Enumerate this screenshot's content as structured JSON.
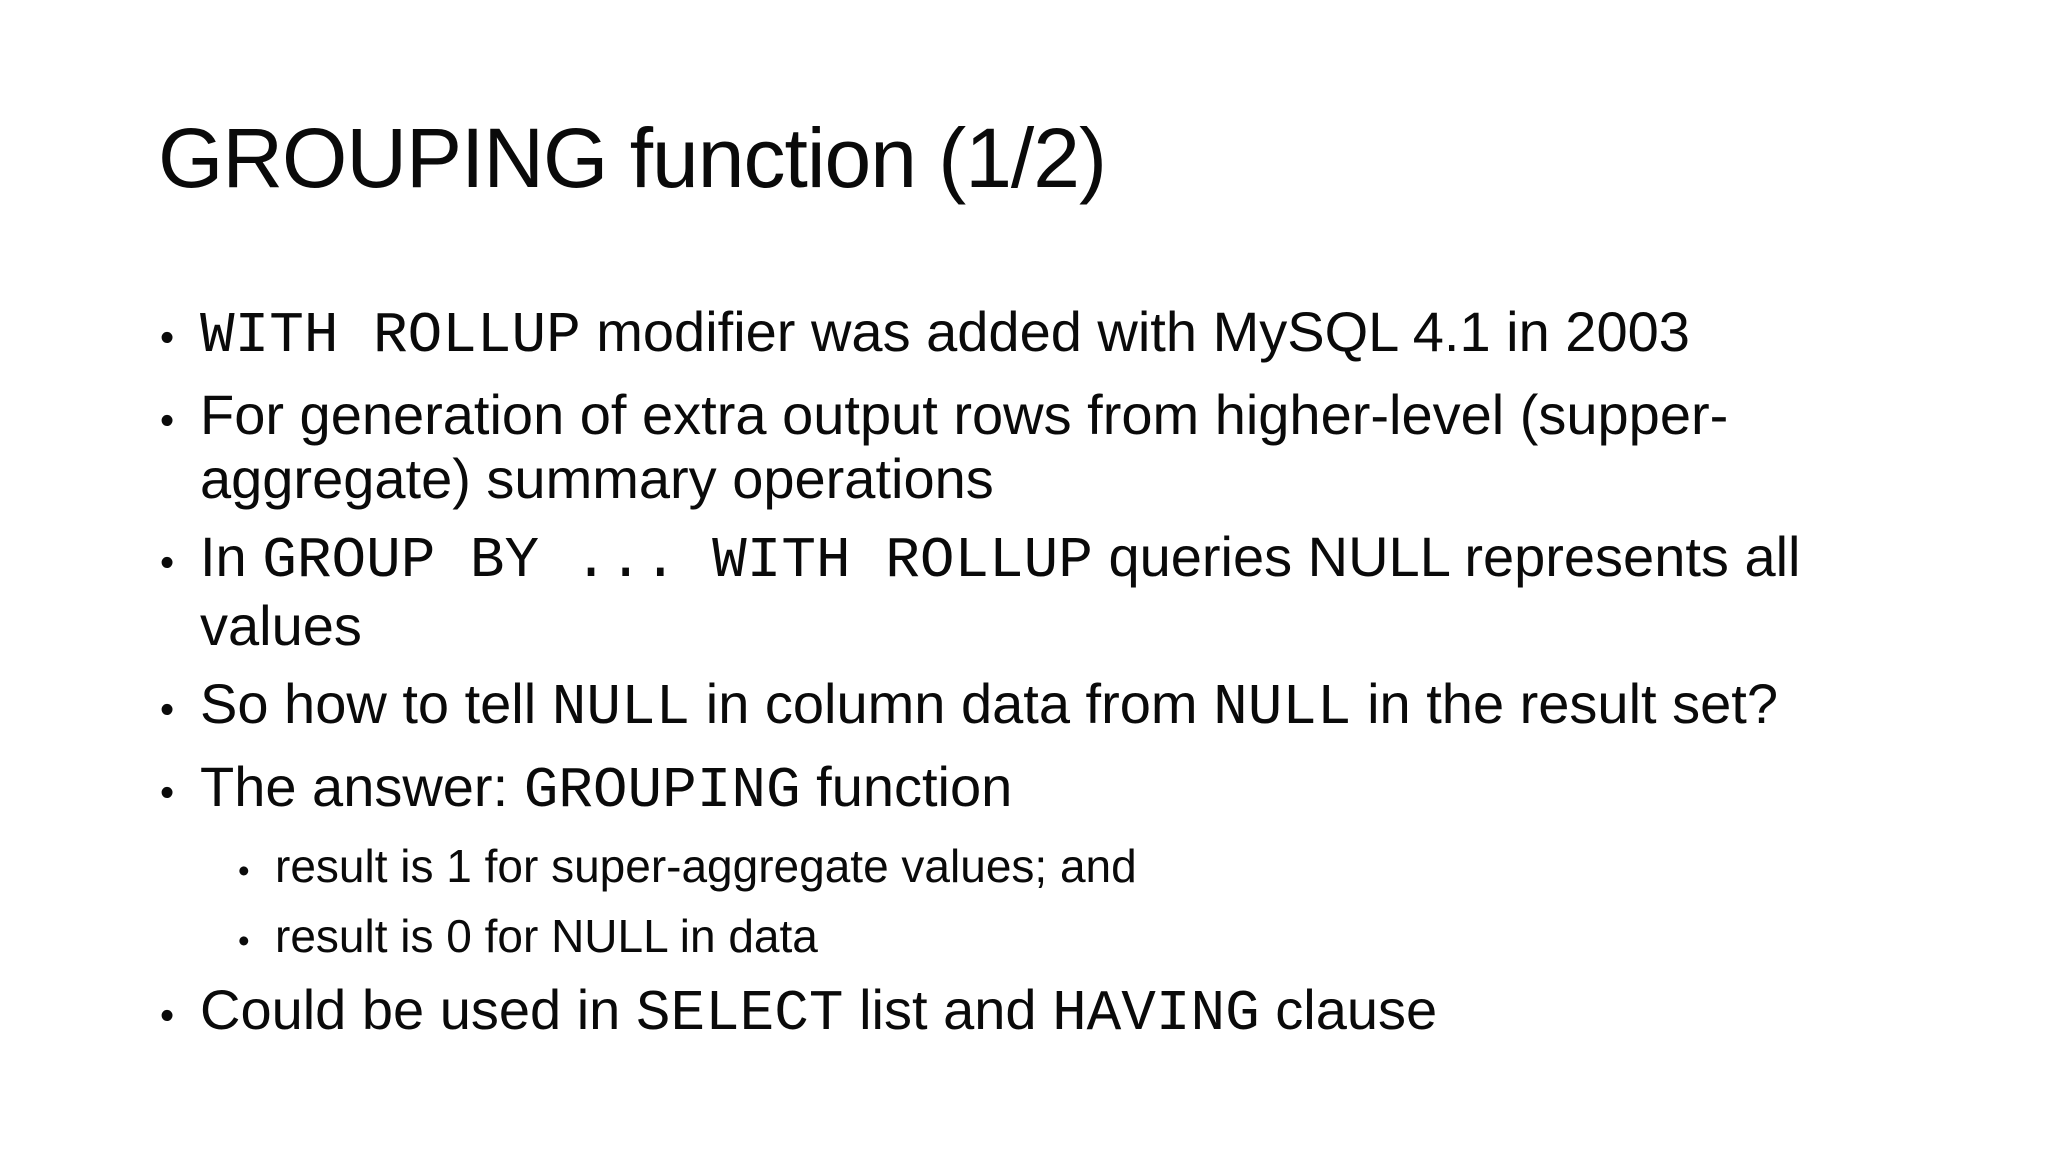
{
  "slide": {
    "title": "GROUPING function (1/2)",
    "bullet_char": "•",
    "colors": {
      "background": "#ffffff",
      "text": "#0a0a0a"
    },
    "bullets": [
      {
        "level": 1,
        "lines": [
          [
            {
              "text": "WITH ROLLUP",
              "mono": true
            },
            {
              "text": " modifier was added with MySQL 4.1 in 2003",
              "mono": false
            }
          ]
        ]
      },
      {
        "level": 1,
        "lines": [
          [
            {
              "text": "For generation of extra output rows from higher-level (supper-",
              "mono": false
            }
          ],
          [
            {
              "text": "aggregate) summary operations",
              "mono": false
            }
          ]
        ]
      },
      {
        "level": 1,
        "lines": [
          [
            {
              "text": "In ",
              "mono": false
            },
            {
              "text": "GROUP BY ... WITH ROLLUP",
              "mono": true
            },
            {
              "text": " queries NULL represents all",
              "mono": false
            }
          ],
          [
            {
              "text": "values",
              "mono": false
            }
          ]
        ]
      },
      {
        "level": 1,
        "lines": [
          [
            {
              "text": "So how to tell ",
              "mono": false
            },
            {
              "text": "NULL",
              "mono": true
            },
            {
              "text": " in column data from ",
              "mono": false
            },
            {
              "text": "NULL",
              "mono": true
            },
            {
              "text": " in the result set?",
              "mono": false
            }
          ]
        ]
      },
      {
        "level": 1,
        "lines": [
          [
            {
              "text": "The answer: ",
              "mono": false
            },
            {
              "text": "GROUPING",
              "mono": true
            },
            {
              "text": " function",
              "mono": false
            }
          ]
        ]
      },
      {
        "level": 2,
        "lines": [
          [
            {
              "text": "result is 1 for super-aggregate values; and",
              "mono": false
            }
          ]
        ]
      },
      {
        "level": 2,
        "lines": [
          [
            {
              "text": "result is 0 for NULL in data",
              "mono": false
            }
          ]
        ]
      },
      {
        "level": 1,
        "lines": [
          [
            {
              "text": "Could be used in ",
              "mono": false
            },
            {
              "text": "SELECT",
              "mono": true
            },
            {
              "text": " list and ",
              "mono": false
            },
            {
              "text": "HAVING",
              "mono": true
            },
            {
              "text": " clause",
              "mono": false
            }
          ]
        ]
      }
    ]
  }
}
